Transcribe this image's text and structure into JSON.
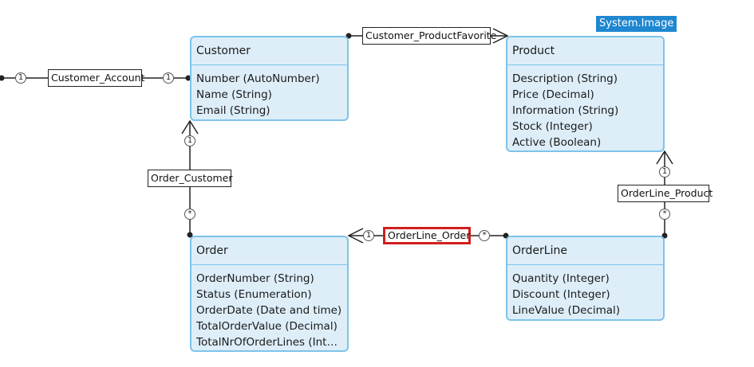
{
  "image_tag": "System.Image",
  "entities": {
    "customer": {
      "title": "Customer",
      "attrs": [
        "Number (AutoNumber)",
        "Name (String)",
        "Email (String)"
      ]
    },
    "product": {
      "title": "Product",
      "attrs": [
        "Description (String)",
        "Price (Decimal)",
        "Information (String)",
        "Stock (Integer)",
        "Active (Boolean)"
      ]
    },
    "order": {
      "title": "Order",
      "attrs": [
        "OrderNumber (String)",
        "Status (Enumeration)",
        "OrderDate (Date and time)",
        "TotalOrderValue (Decimal)",
        "TotalNrOfOrderLines (Inte..."
      ]
    },
    "orderline": {
      "title": "OrderLine",
      "attrs": [
        "Quantity (Integer)",
        "Discount (Integer)",
        "LineValue (Decimal)"
      ]
    }
  },
  "associations": {
    "customer_account": "Customer_Account",
    "customer_productfavorite": "Customer_ProductFavorite",
    "order_customer": "Order_Customer",
    "orderline_order": "OrderLine_Order",
    "orderline_product": "OrderLine_Product"
  },
  "multiplicities": {
    "one": "1",
    "many": "*"
  }
}
